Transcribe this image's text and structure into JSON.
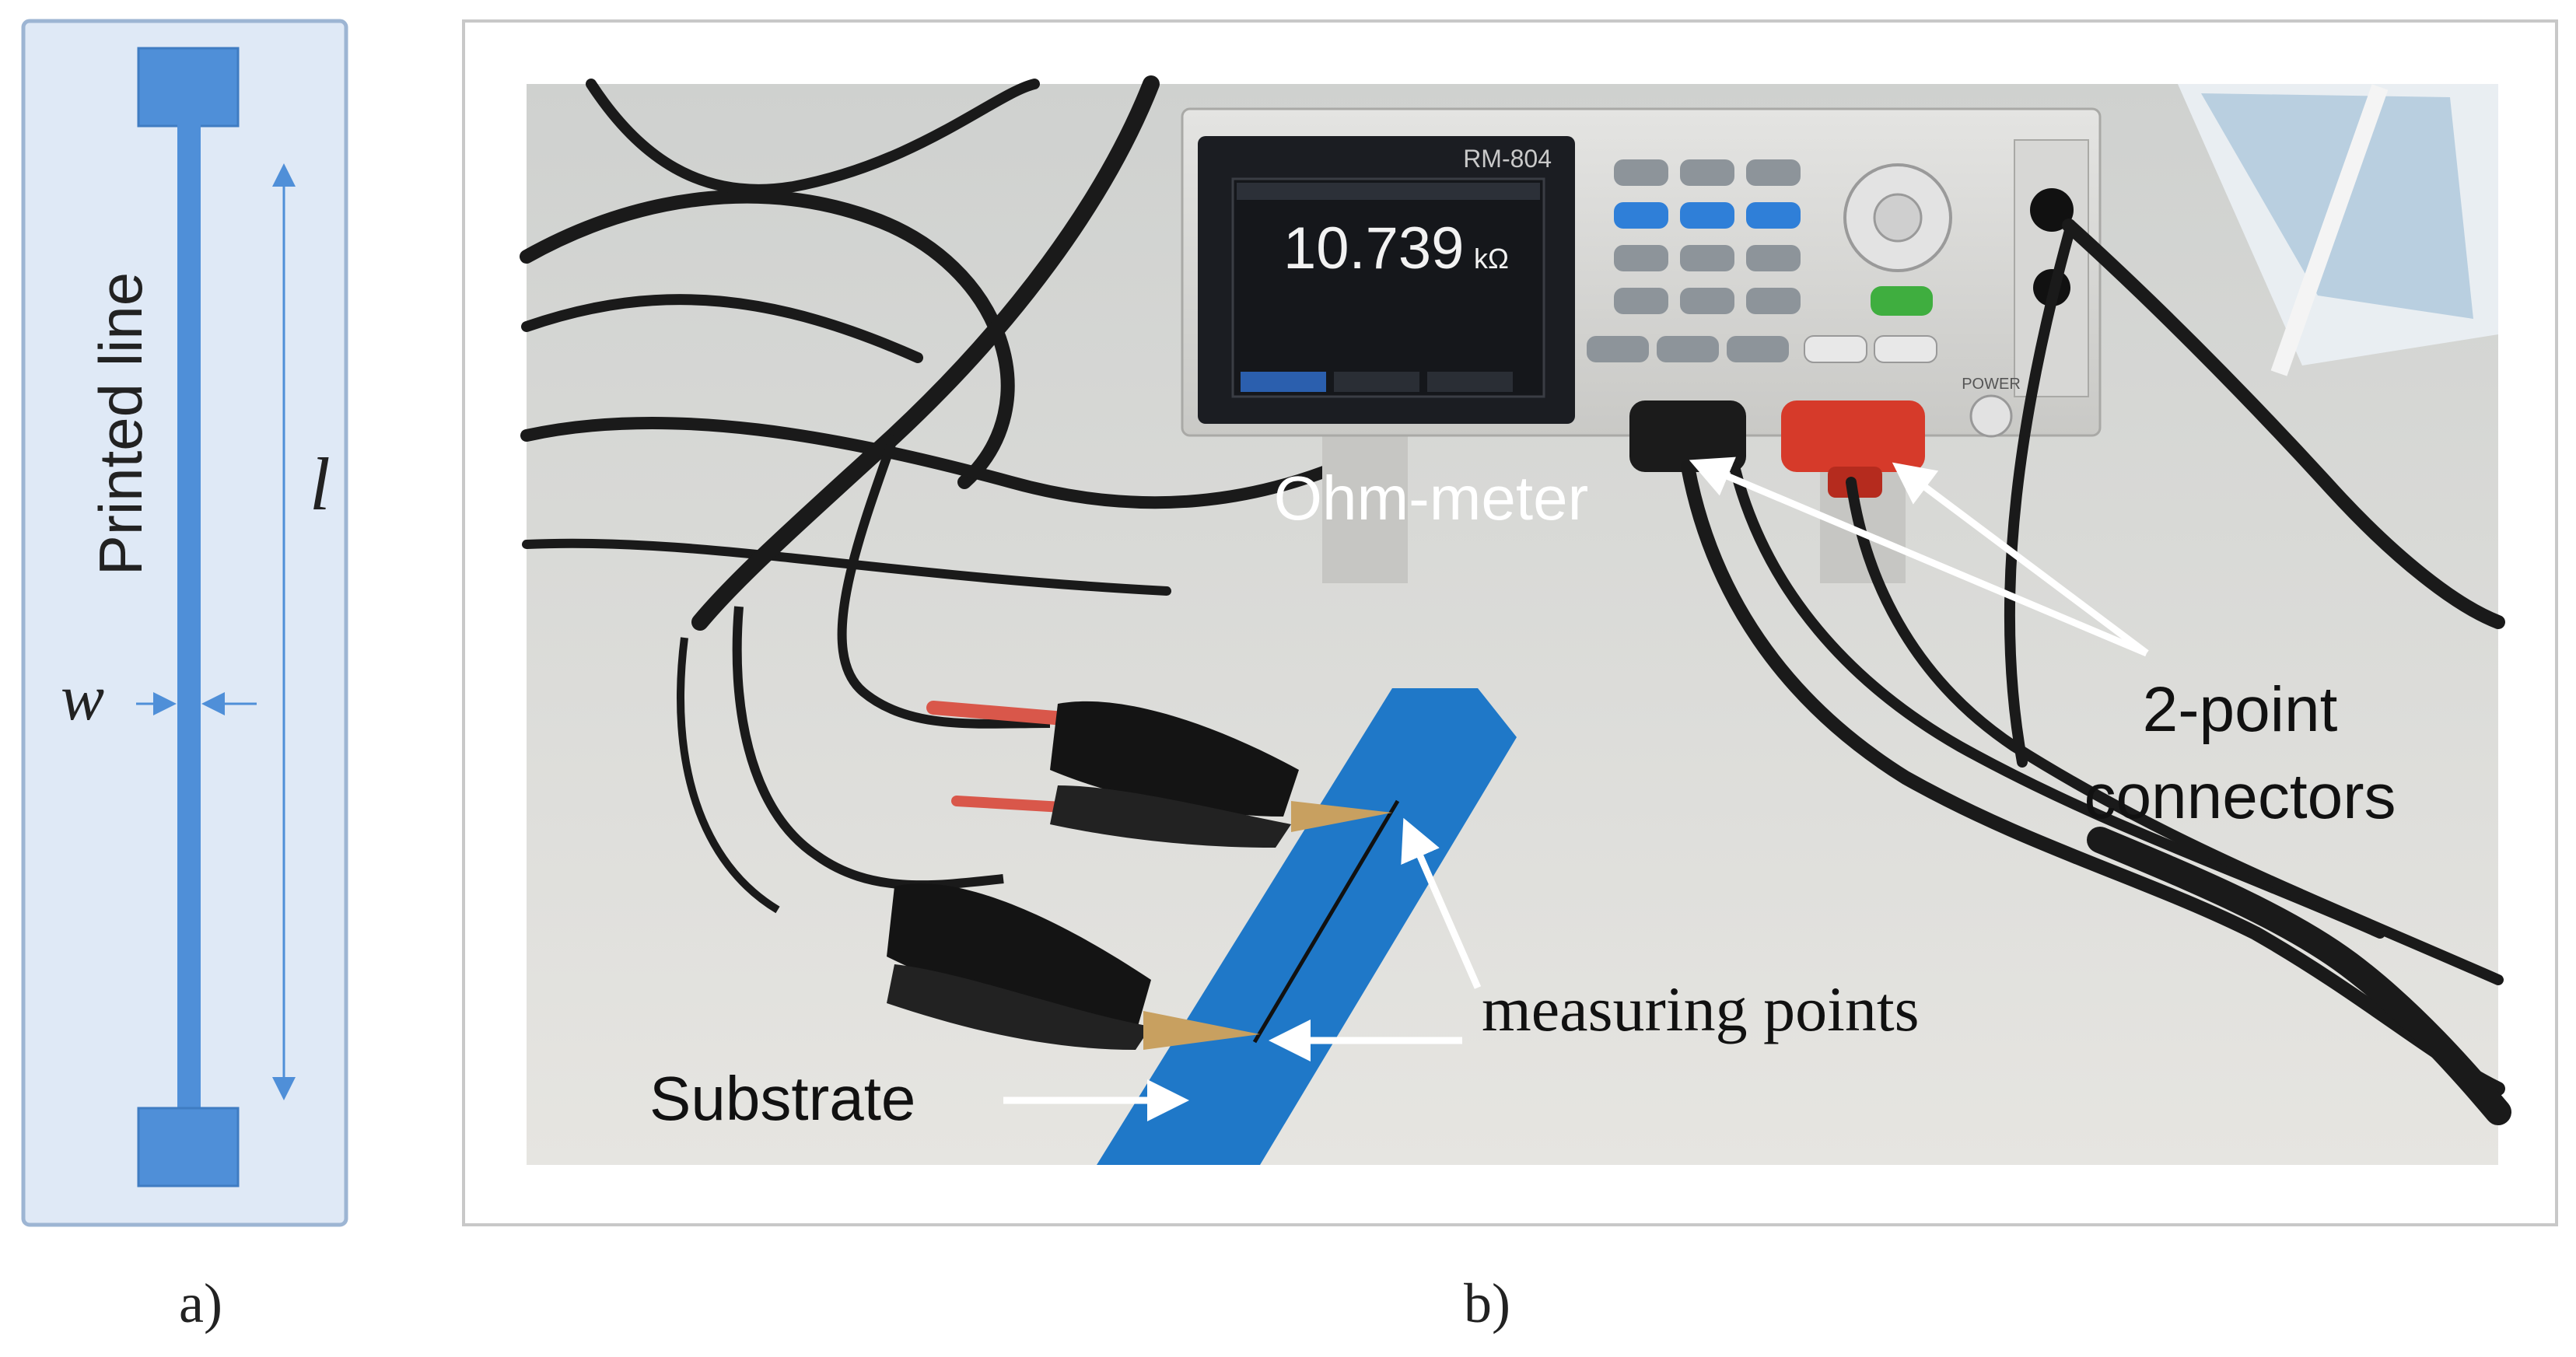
{
  "panel_a": {
    "line_label": "Printed line",
    "length_symbol": "l",
    "width_symbol": "w",
    "caption": "a)"
  },
  "panel_b": {
    "caption": "b)",
    "meter": {
      "model": "RM-804",
      "reading": "10.739",
      "unit": "kΩ",
      "power_label": "POWER"
    },
    "labels": {
      "ohm_meter": "Ohm-meter",
      "connectors_line1": "2-point",
      "connectors_line2": "connectors",
      "measuring_points": "measuring points",
      "substrate": "Substrate"
    }
  },
  "colors": {
    "panel_a_bg": "#dfe9f6",
    "panel_a_border": "#9db5d3",
    "line_blue": "#4f8fd8",
    "substrate_blue": "#1f78c8",
    "bench": "#dcdcda",
    "cable": "#1a1a1a",
    "red_plug": "#d63a2a"
  }
}
